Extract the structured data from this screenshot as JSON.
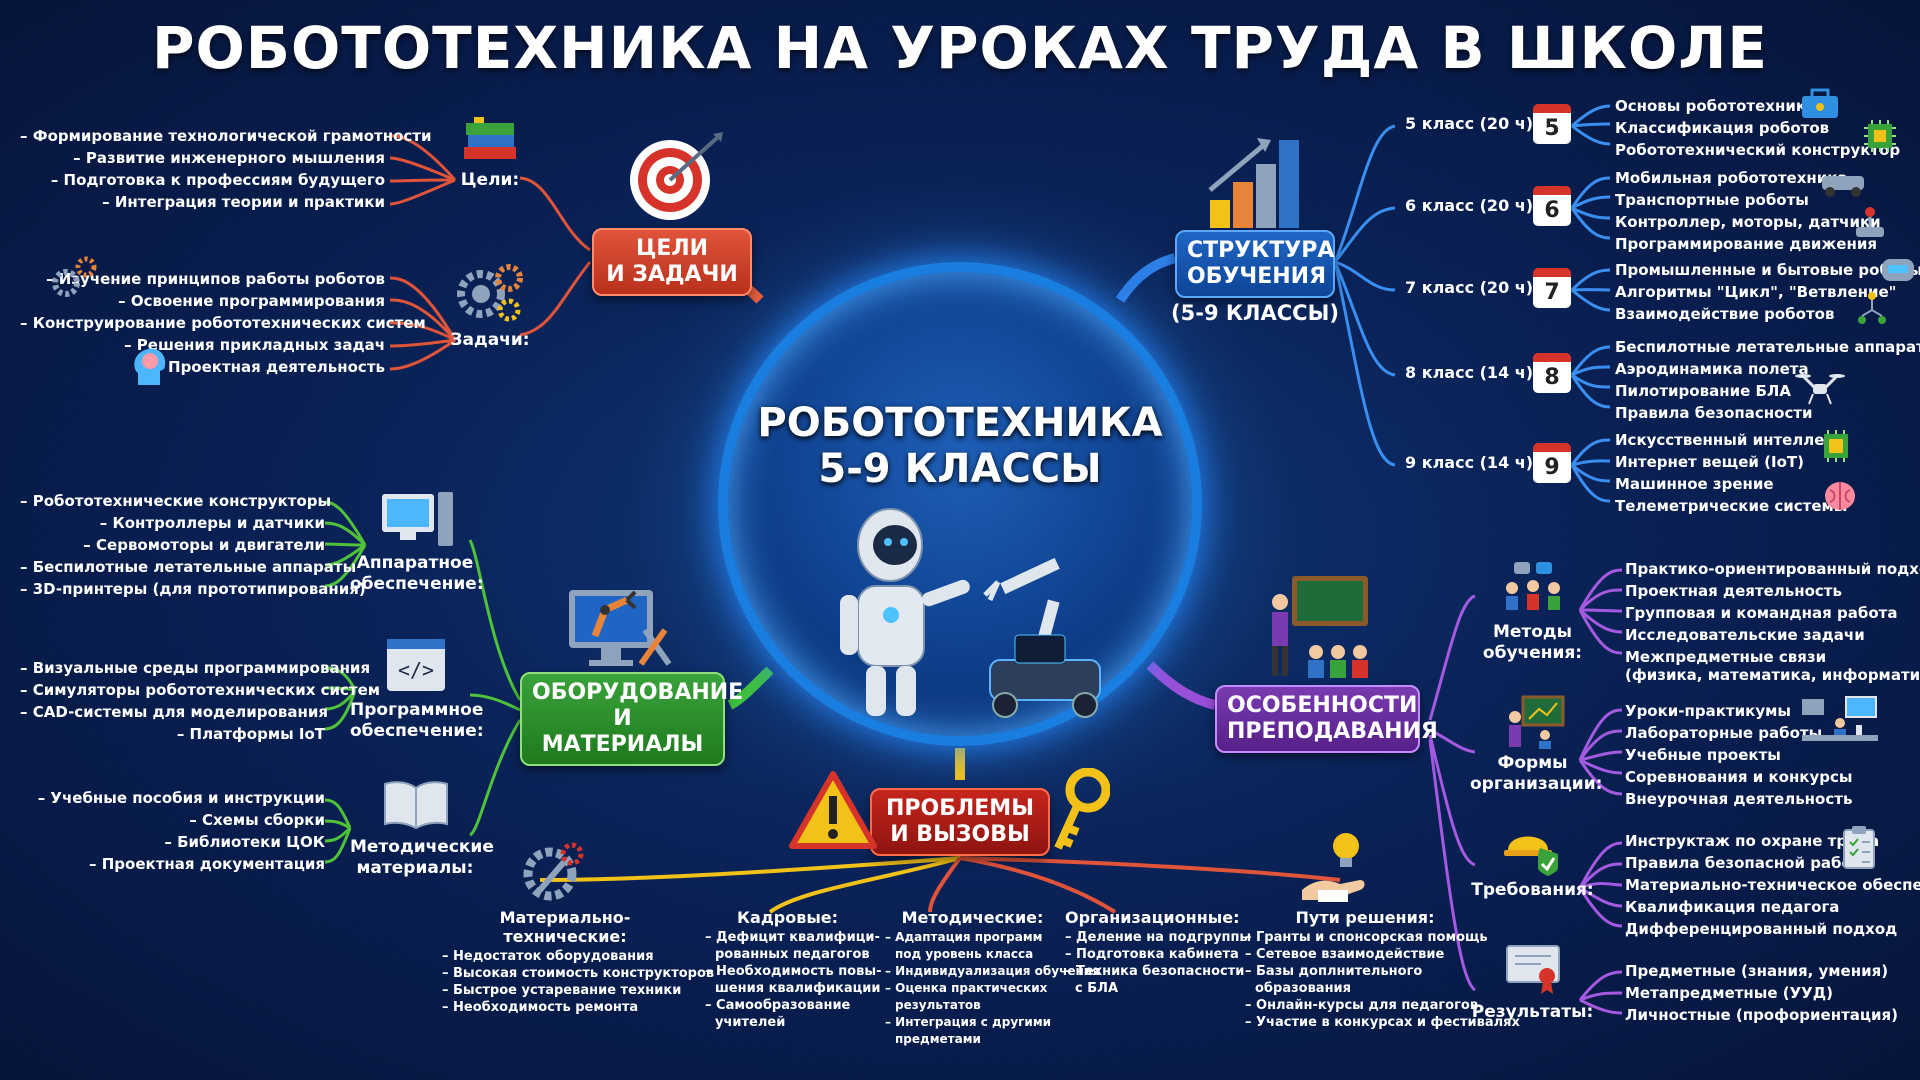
{
  "title": "РОБОТОТЕХНИКА НА УРОКАХ ТРУДА В ШКОЛЕ",
  "center": {
    "line1": "РОБОТОТЕХНИКА",
    "line2": "5-9 КЛАССЫ"
  },
  "goals_hub": {
    "line1": "ЦЕЛИ",
    "line2": "И ЗАДАЧИ"
  },
  "goals": {
    "label": "Цели:",
    "items": [
      "– Формирование технологической грамотности",
      "– Развитие инженерного мышления",
      "– Подготовка к профессиям будущего",
      "– Интеграция теории и практики"
    ]
  },
  "tasks": {
    "label": "Задачи:",
    "items": [
      "– Изучение принципов работы роботов",
      "– Освоение программирования",
      "– Конструирование робототехнических систем",
      "– Решения прикладных задач",
      "– Проектная деятельность"
    ]
  },
  "structure": {
    "line1": "СТРУКТУРА",
    "line2": "ОБУЧЕНИЯ",
    "line3": "(5-9 КЛАССЫ)",
    "grades": [
      {
        "label": "5 класс (20 ч):",
        "num": "5",
        "topics": [
          "Основы робототехники",
          "Классификация роботов",
          "Робототехнический конструктор"
        ]
      },
      {
        "label": "6 класс (20 ч):",
        "num": "6",
        "topics": [
          "Мобильная робототехника",
          "Транспортные роботы",
          "Контроллер, моторы, датчики",
          "Программирование движения"
        ]
      },
      {
        "label": "7 класс (20 ч):",
        "num": "7",
        "topics": [
          "Промышленные и бытовые роботы",
          "Алгоритмы \"Цикл\", \"Ветвление\"",
          "Взаимодействие роботов"
        ]
      },
      {
        "label": "8 класс (14 ч):",
        "num": "8",
        "topics": [
          "Беспилотные летательные аппараты (БЛА)",
          "Аэродинамика полета",
          "Пилотирование БЛА",
          "Правила безопасности"
        ]
      },
      {
        "label": "9 класс (14 ч):",
        "num": "9",
        "topics": [
          "Искусственный интеллект",
          "Интернет вещей (IoT)",
          "Машинное зрение",
          "Телеметрические системы"
        ]
      }
    ]
  },
  "equipment": {
    "line1": "ОБОРУДОВАНИЕ",
    "line2": "И МАТЕРИАЛЫ",
    "hardware": {
      "label1": "Аппаратное",
      "label2": "обеспечение:",
      "items": [
        "– Робототехнические конструкторы",
        "– Контроллеры и датчики",
        "– Сервомоторы и двигатели",
        "– Беспилотные летательные аппараты",
        "– 3D-принтеры (для прототипирования)"
      ]
    },
    "software": {
      "label1": "Программное",
      "label2": "обеспечение:",
      "items": [
        "– Визуальные среды программирования",
        "– Симуляторы робототехнических систем",
        "– CAD-системы для моделирования",
        "– Платформы IoT"
      ]
    },
    "method": {
      "label1": "Методические",
      "label2": "материалы:",
      "items": [
        "– Учебные пособия и инструкции",
        "– Схемы сборки",
        "– Библиотеки ЦОК",
        "– Проектная документация"
      ]
    }
  },
  "teaching": {
    "line1": "ОСОБЕННОСТИ",
    "line2": "ПРЕПОДАВАНИЯ",
    "methods": {
      "label1": "Методы",
      "label2": "обучения:",
      "items": [
        "Практико-ориентированный подход",
        "Проектная деятельность",
        "Групповая и командная работа",
        "Исследовательские задачи",
        "Межпредметные связи",
        "(физика, математика, информатика)"
      ]
    },
    "forms": {
      "label1": "Формы",
      "label2": "организации:",
      "items": [
        "Уроки-практикумы",
        "Лабораторные работы",
        "Учебные проекты",
        "Соревнования и конкурсы",
        "Внеурочная деятельность"
      ]
    },
    "requirements": {
      "label1": "Требования:",
      "items": [
        "Инструктаж по охране труда",
        "Правила безопасной работы",
        "Материально-техническое обеспечение",
        "Квалификация педагога",
        "Дифференцированный подход"
      ]
    },
    "results": {
      "label1": "Результаты:",
      "items": [
        "Предметные (знания, умения)",
        "Метапредметные (УУД)",
        "Личностные (профориентация)"
      ]
    }
  },
  "problems": {
    "line1": "ПРОБЛЕМЫ",
    "line2": "И ВЫЗОВЫ",
    "columns": [
      {
        "head": "Материально-технические:",
        "items": [
          "– Недостаток оборудования",
          "– Высокая стоимость конструкторов",
          "– Быстрое устаревание техники",
          "– Необходимость ремонта"
        ]
      },
      {
        "head": "Кадровые:",
        "items": [
          "– Дефицит квалифици-",
          "рованных педагогов",
          "– Необходимость повы-",
          "шения квалификации",
          "– Самообразование",
          "учителей"
        ]
      },
      {
        "head": "Методические:",
        "items": [
          "– Адаптация программ",
          "под уровень класса",
          "– Индивидуализация обучения",
          "– Оценка практических",
          "результатов",
          "– Интеграция с другими",
          "предметами"
        ]
      },
      {
        "head": "Организационные:",
        "items": [
          "– Деление на подгруппы",
          "– Подготовка кабинета",
          "– Техника безопасности",
          "с БЛА"
        ]
      },
      {
        "head": "Пути решения:",
        "items": [
          "– Гранты и спонсорская помощь",
          "– Сетевое взаимодействие",
          "– Базы доплнительного",
          "образования",
          "– Онлайн-курсы для педагогов",
          "– Участие в конкурсах и фестивалях"
        ]
      }
    ]
  },
  "colors": {
    "goals": "#e0543a",
    "structure": "#1f66c4",
    "equipment": "#3aa23a",
    "teaching": "#7a3bb0",
    "problems": "#c6251d",
    "wire_yellow": "#f2c218"
  }
}
